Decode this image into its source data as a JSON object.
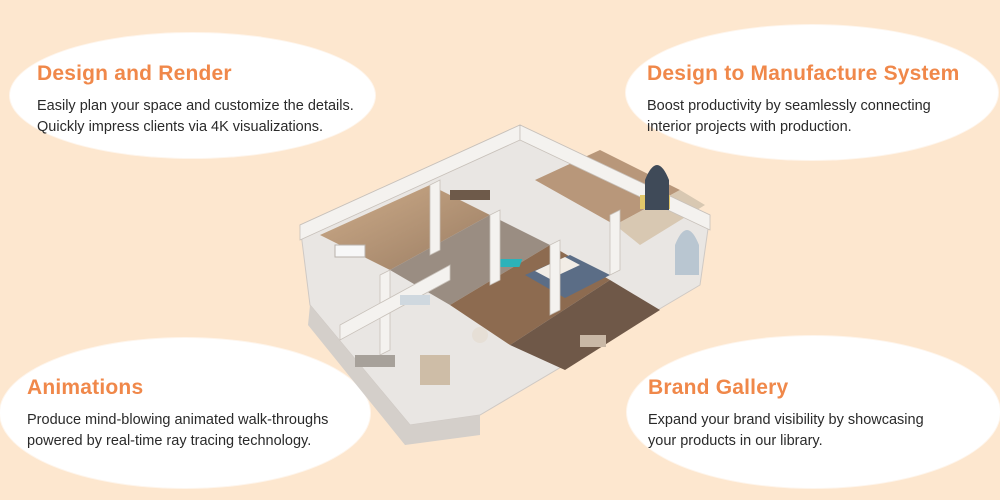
{
  "features": [
    {
      "title": "Design and Render",
      "lines": [
        "Easily plan your space and customize the details.",
        "Quickly impress clients via 4K visualizations."
      ]
    },
    {
      "title": "Design to Manufacture System",
      "lines": [
        "Boost productivity by seamlessly connecting",
        "interior projects with production."
      ]
    },
    {
      "title": "Animations",
      "lines": [
        "Produce mind-blowing animated walk-throughs",
        "powered by real-time ray tracing technology."
      ]
    },
    {
      "title": "Brand Gallery",
      "lines": [
        "Expand your brand visibility by showcasing",
        "your products in our library."
      ]
    }
  ],
  "colors": {
    "background": "#fde7cf",
    "accent": "#f0884a",
    "bubble": "#ffffff"
  }
}
